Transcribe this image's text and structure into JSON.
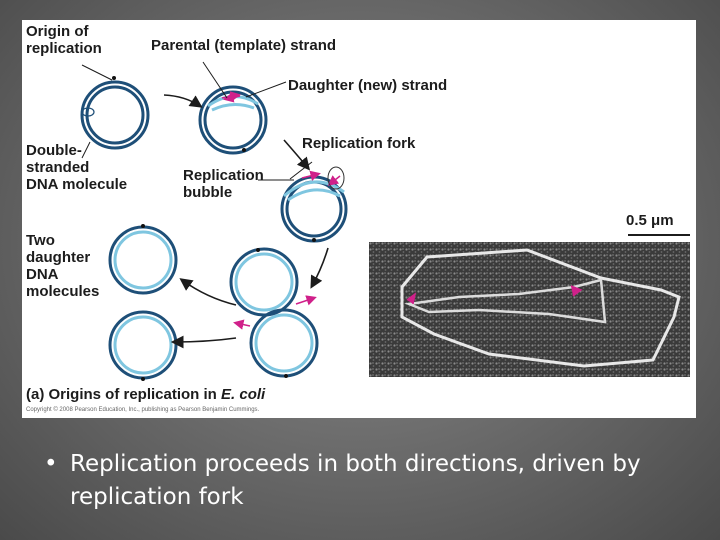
{
  "figure": {
    "labels": {
      "origin": "Origin of\nreplication",
      "parental": "Parental (template) strand",
      "daughter_strand": "Daughter (new) strand",
      "double_stranded": "Double-\nstranded\nDNA molecule",
      "replication_fork": "Replication fork",
      "replication_bubble": "Replication\nbubble",
      "two_daughter": "Two\ndaughter\nDNA\nmolecules"
    },
    "caption_prefix": "(a) Origins of replication in ",
    "caption_italic": "E. coli",
    "copyright": "Copyright © 2008 Pearson Education, Inc., publishing as Pearson Benjamin Cummings.",
    "scale_label": "0.5 μm",
    "colors": {
      "dark_strand": "#1e4f78",
      "light_strand": "#7fc6e0",
      "arrow_accent": "#d0208a"
    }
  },
  "bullet": {
    "symbol": "•",
    "text": "Replication proceeds in both directions, driven by replication fork"
  }
}
